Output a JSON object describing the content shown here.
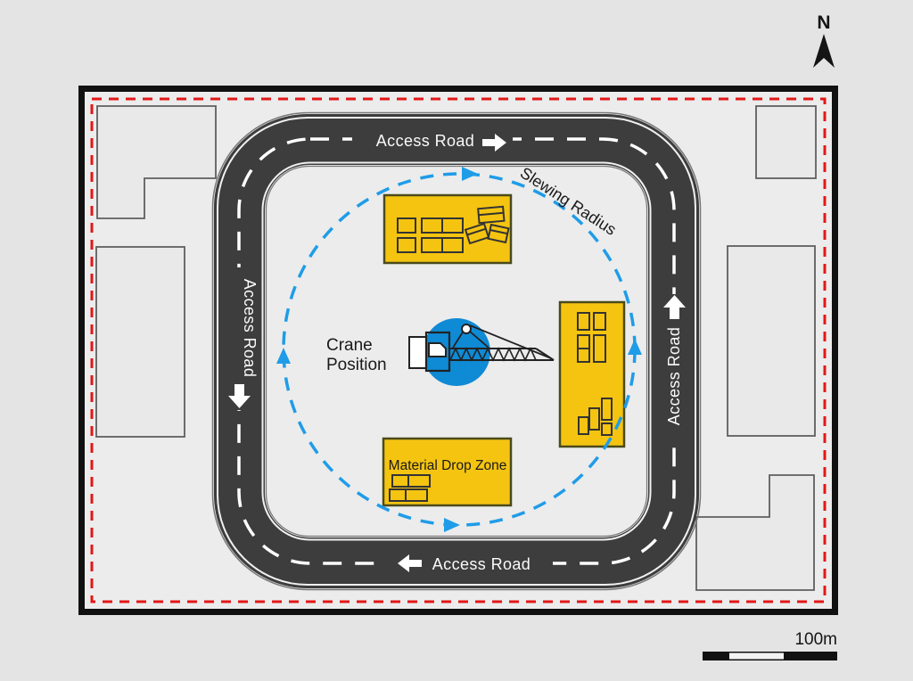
{
  "colors": {
    "background": "#e4e4e4",
    "site_fill": "#ececec",
    "site_border": "#111111",
    "boundary_red": "#e31717",
    "road_fill": "#3d3d3d",
    "road_marking": "#ffffff",
    "building_fill": "#e9e9e9",
    "building_outline": "#5f5f5f",
    "zone_yellow": "#f4c411",
    "zone_outline": "#4a4a1c",
    "slewing_blue": "#1f9ce8",
    "crane_blue": "#0f8ad5",
    "text_dark": "#1a1a1a"
  },
  "compass": {
    "label": "N"
  },
  "scale_bar": {
    "label": "100m"
  },
  "roads": {
    "top": "Access Road",
    "bottom": "Access Road",
    "left": "Access Road",
    "right": "Access Road"
  },
  "slewing": {
    "label": "Slewing Radius"
  },
  "crane": {
    "label_line1": "Crane",
    "label_line2": "Position"
  },
  "zones": {
    "material_drop": {
      "label": "Material Drop Zone"
    }
  },
  "icons": {
    "north_arrow": "solid-triangle-pointer",
    "road_direction_arrows": "white-solid-arrows",
    "slewing_direction_arrows": "blue-triangle-arrowheads",
    "pallet_stacks": "outlined-rectangles",
    "material_crates": "outlined-3d-boxes",
    "brick_stacks": "outlined-split-rectangles",
    "tower_crane": "line-drawing-crane"
  }
}
